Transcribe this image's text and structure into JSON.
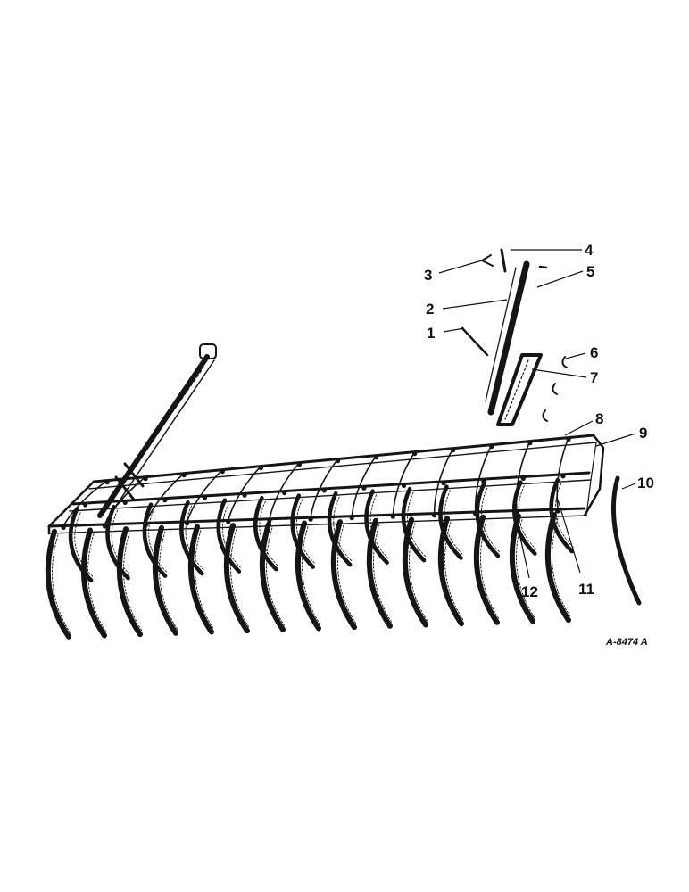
{
  "callouts": [
    "1",
    "2",
    "3",
    "4",
    "5",
    "6",
    "7",
    "8",
    "9",
    "10",
    "11",
    "12"
  ],
  "figure_id": "A-8474 A",
  "colors": {
    "ink": "#151515",
    "paper": "#ffffff"
  }
}
